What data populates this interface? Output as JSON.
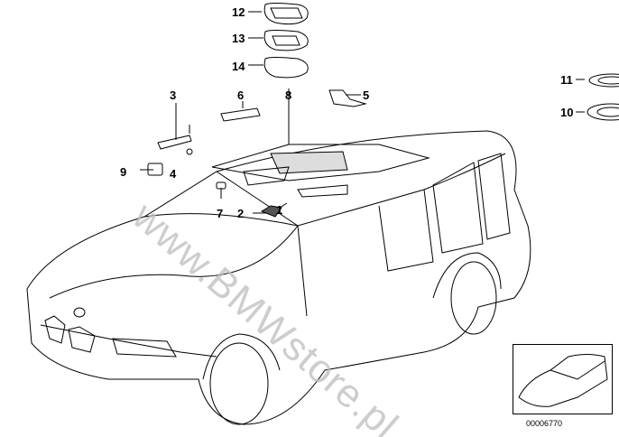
{
  "diagram": {
    "part_labels": [
      "1",
      "2",
      "3",
      "4",
      "5",
      "6",
      "7",
      "8",
      "9",
      "10",
      "11",
      "12",
      "13",
      "14"
    ],
    "watermark": "www.BMWstore.pl",
    "image_code": "00006770"
  }
}
